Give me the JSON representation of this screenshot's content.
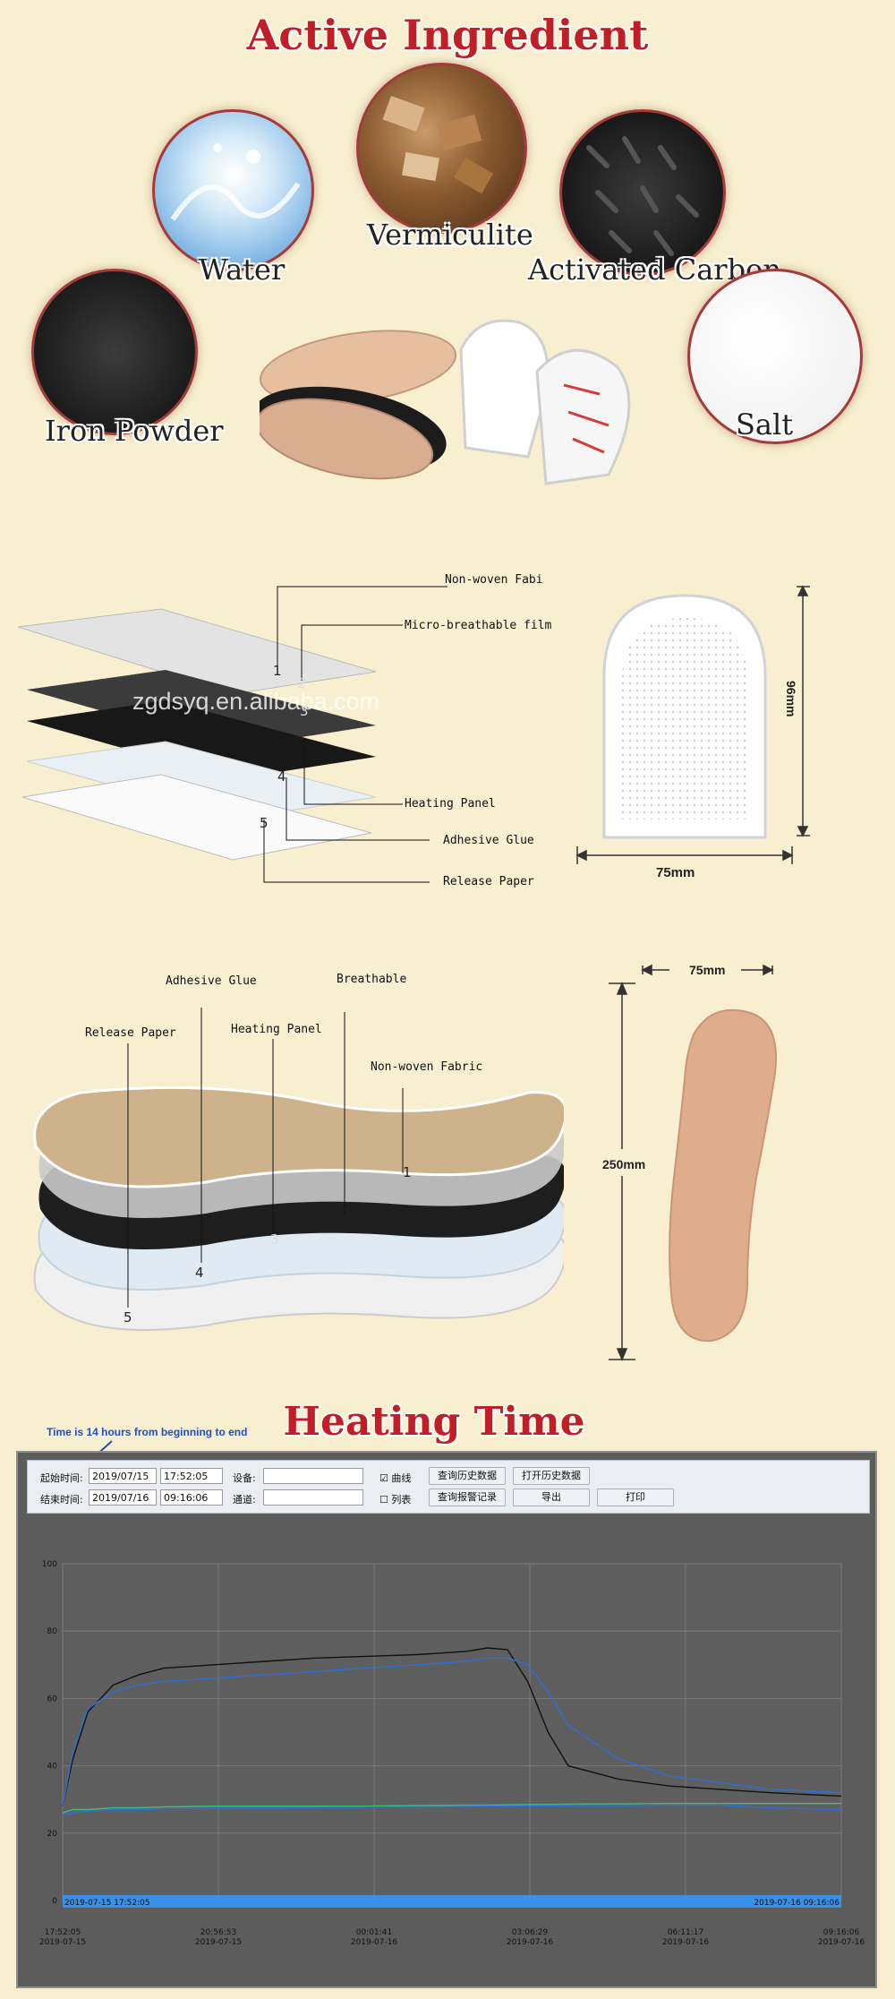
{
  "sections": {
    "ingredient_title": "Active Ingredient",
    "heating_title": "Heating Time"
  },
  "ingredients": [
    {
      "label": "Water"
    },
    {
      "label": "Vermiculite"
    },
    {
      "label": "Activated Carbon"
    },
    {
      "label": "Iron Powder"
    },
    {
      "label": "Salt"
    }
  ],
  "layers_toe": {
    "labels": [
      "Non-woven Fabi",
      "Micro-breathable film",
      "Heating Panel",
      "Adhesive Glue",
      "Release Paper"
    ],
    "numbers": [
      "1",
      "2",
      "3",
      "4",
      "5"
    ],
    "watermark": "zgdsyq.en.alibaba.com",
    "width_dim": "75mm",
    "height_dim": "96mm"
  },
  "layers_insole": {
    "labels": [
      "Adhesive Glue",
      "Breathable",
      "Heating Panel",
      "Release Paper",
      "Non-woven Fabric"
    ],
    "numbers": [
      "1",
      "2",
      "3",
      "4",
      "5"
    ],
    "width_dim": "75mm",
    "height_dim": "250mm"
  },
  "annotation": "Time is 14 hours from beginning to end",
  "controls": {
    "start_label": "起始时间:",
    "end_label": "结束时间:",
    "start_date": "2019/07/15",
    "start_time": "17:52:05",
    "end_date": "2019/07/16",
    "end_time": "09:16:06",
    "device_label": "设备:",
    "channel_label": "通道:",
    "curve_label": "曲线",
    "list_label": "列表",
    "query_history": "查询历史数据",
    "open_history": "打开历史数据",
    "query_alarm": "查询报警记录",
    "export": "导出",
    "print": "打印"
  },
  "colors": {
    "title_red": "#c01f28",
    "background": "#f7efcf",
    "chart_bg": "#5a5a5a",
    "series_black": "#111111",
    "series_blue": "#2f6fd6",
    "series_green": "#3fbf7f",
    "range_bar": "#3a8fe6"
  },
  "chart_data": {
    "type": "line",
    "title": "",
    "xlabel": "",
    "ylabel": "",
    "ylim": [
      0,
      100
    ],
    "y_ticks": [
      "0",
      "20",
      "40",
      "60",
      "80",
      "100"
    ],
    "x_ticks": [
      {
        "time": "17:52:05",
        "date": "2019-07-15"
      },
      {
        "time": "20:56:53",
        "date": "2019-07-15"
      },
      {
        "time": "00:01:41",
        "date": "2019-07-16"
      },
      {
        "time": "03:06:29",
        "date": "2019-07-16"
      },
      {
        "time": "06:11:17",
        "date": "2019-07-16"
      },
      {
        "time": "09:16:06",
        "date": "2019-07-16"
      }
    ],
    "range_start": "2019-07-15 17:52:05",
    "range_end": "2019-07-16 09:16:06",
    "hours": [
      0,
      0.2,
      0.5,
      1,
      1.5,
      2,
      3,
      4,
      5,
      6,
      7,
      8,
      8.4,
      8.8,
      9.2,
      9.6,
      10,
      11,
      12,
      13,
      14,
      15.4
    ],
    "series": [
      {
        "values": [
          28,
          42,
          56,
          64,
          67,
          69,
          70,
          71,
          72,
          72.5,
          73,
          74,
          75,
          74.5,
          65,
          50,
          40,
          36,
          34,
          33,
          32,
          31
        ]
      },
      {
        "values": [
          28,
          44,
          57,
          62,
          64,
          65,
          66,
          67,
          68,
          69,
          70,
          71,
          72,
          72,
          70,
          62,
          52,
          42,
          37,
          35,
          33,
          32
        ]
      },
      {
        "values": [
          26,
          27,
          27,
          27.5,
          27.5,
          27.8,
          28,
          28,
          28,
          28,
          28.2,
          28.3,
          28.3,
          28.4,
          28.5,
          28.5,
          28.6,
          28.7,
          28.8,
          28.8,
          28.8,
          28.8
        ]
      },
      {
        "values": [
          25.5,
          26,
          26.5,
          27,
          27,
          27.2,
          27.4,
          27.5,
          27.6,
          27.7,
          27.8,
          27.9,
          28,
          28,
          28.1,
          28.1,
          28.2,
          28.2,
          28.3,
          28.3,
          27.5,
          27
        ]
      }
    ]
  }
}
